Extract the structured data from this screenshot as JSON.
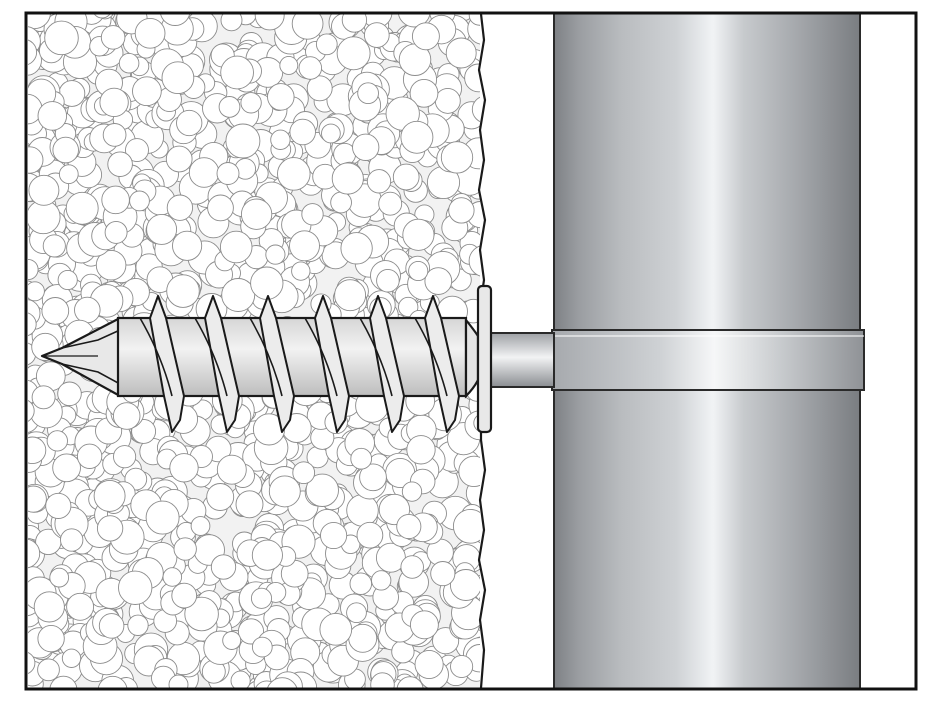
{
  "colors": {
    "background": "#ffffff",
    "frame": "#111111",
    "insulation_fill": "#f2f2f2",
    "bead_fill": "#ffffff",
    "bead_stroke": "#8c8c8c",
    "gap": "#ffffff",
    "pipe_dark": "#7d8084",
    "pipe_mid": "#a9acaf",
    "pipe_light": "#eef0f2",
    "clamp_light": "#dfe2e5",
    "screw_fill": "#e4e4e4",
    "screw_stroke": "#1a1a1a"
  },
  "diagram": {
    "components": [
      {
        "name": "insulation-board",
        "material": "bead-foam"
      },
      {
        "name": "air-gap"
      },
      {
        "name": "insulation-anchor-screw"
      },
      {
        "name": "vertical-pipe"
      },
      {
        "name": "pipe-clamp"
      }
    ]
  }
}
